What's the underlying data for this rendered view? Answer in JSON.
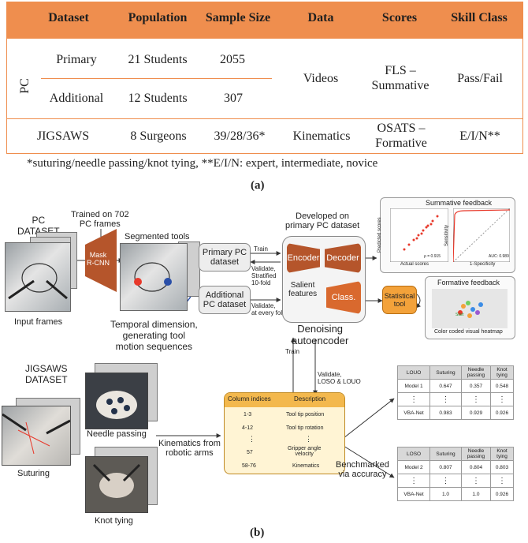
{
  "table_a": {
    "headers": [
      "Dataset",
      "Population",
      "Sample Size",
      "Data",
      "Scores",
      "Skill Class"
    ],
    "pc_label": "PC",
    "rows": {
      "primary": {
        "name": "Primary",
        "population": "21 Students",
        "sample": "2055"
      },
      "additional": {
        "name": "Additional",
        "population": "12 Students",
        "sample": "307"
      },
      "pc_data": "Videos",
      "pc_scores_1": "FLS –",
      "pc_scores_2": "Summative",
      "pc_class": "Pass/Fail",
      "jig": {
        "name": "JIGSAWS",
        "population": "8 Surgeons",
        "sample": "39/28/36*",
        "data": "Kinematics",
        "scores_1": "OSATS –",
        "scores_2": "Formative",
        "class": "E/I/N**"
      }
    },
    "footnote": "*suturing/needle passing/knot tying, **E/I/N: expert, intermediate, novice",
    "caption": "(a)"
  },
  "figure_b": {
    "caption": "(b)",
    "pc_dataset": "PC\nDATASET",
    "input_frames": "Input frames",
    "trained_on": "Trained on 702\nPC frames",
    "mask_rcnn": "Mask\nR-CNN",
    "segmented_tools": "Segmented tools",
    "temporal": "Temporal dimension,\ngenerating tool\nmotion sequences",
    "primary_pc": "Primary PC\ndataset",
    "additional_pc": "Additional\nPC dataset",
    "train": "Train",
    "validate_strat": "Validate,\nStratified\n10-fold",
    "validate_every": "Validate,\nat every fold",
    "developed_on": "Developed on\nprimary PC dataset",
    "encoder": "Encoder",
    "decoder": "Decoder",
    "salient": "Salient\nfeatures",
    "class_label": "Class.",
    "denoising": "Denoising\nautoencoder",
    "statistical_tool": "Statistical\ntool",
    "summative_feedback": "Summative feedback",
    "predicted_scores": "Predicted scores",
    "actual_scores": "Actual scores",
    "rho": "ρ = 0.915",
    "sensitivity": "Sensitivity",
    "one_minus_spec": "1-Specificity",
    "auc": "AUC: 0.989",
    "formative_feedback": "Formative feedback",
    "color_coded": "Color coded visual heatmap",
    "start": "Start",
    "train2": "Train",
    "validate_loso": "Validate,\nLOSO & LOUO",
    "jigsaws_dataset": "JIGSAWS\nDATASET",
    "needle_passing": "Needle passing",
    "suturing": "Suturing",
    "knot_tying": "Knot tying",
    "kinematics_from": "Kinematics from\nrobotic arms",
    "col_table": {
      "headers": [
        "Column indices",
        "Description"
      ],
      "rows": [
        [
          "1-3",
          "Tool tip position"
        ],
        [
          "4-12",
          "Tool tip rotation"
        ],
        [
          "⋮",
          "⋮"
        ],
        [
          "57",
          "Gripper angle\nvelocity"
        ],
        [
          "58-76",
          "Kinematics"
        ]
      ]
    },
    "benchmarked": "Benchmarked\nvia accuracy",
    "louo_table": {
      "headers": [
        "LOUO",
        "Suturing",
        "Needle\npassing",
        "Knot\ntying"
      ],
      "rows": [
        [
          "Model 1",
          "0.647",
          "0.357",
          "0.548"
        ],
        [
          "⋮",
          "⋮",
          "⋮",
          "⋮"
        ],
        [
          "VBA-Net",
          "0.983",
          "0.929",
          "0.926"
        ]
      ]
    },
    "loso_table": {
      "headers": [
        "LOSO",
        "Suturing",
        "Needle\npassing",
        "Knot\ntying"
      ],
      "rows": [
        [
          "Model 2",
          "0.807",
          "0.804",
          "0.803"
        ],
        [
          "⋮",
          "⋮",
          "⋮",
          "⋮"
        ],
        [
          "VBA-Net",
          "1.0",
          "1.0",
          "0.926"
        ]
      ]
    },
    "colors": {
      "orange": "#ef8e4e",
      "brown": "#b5552b",
      "orange_box": "#f3a23a",
      "red": "#e8392b"
    }
  }
}
